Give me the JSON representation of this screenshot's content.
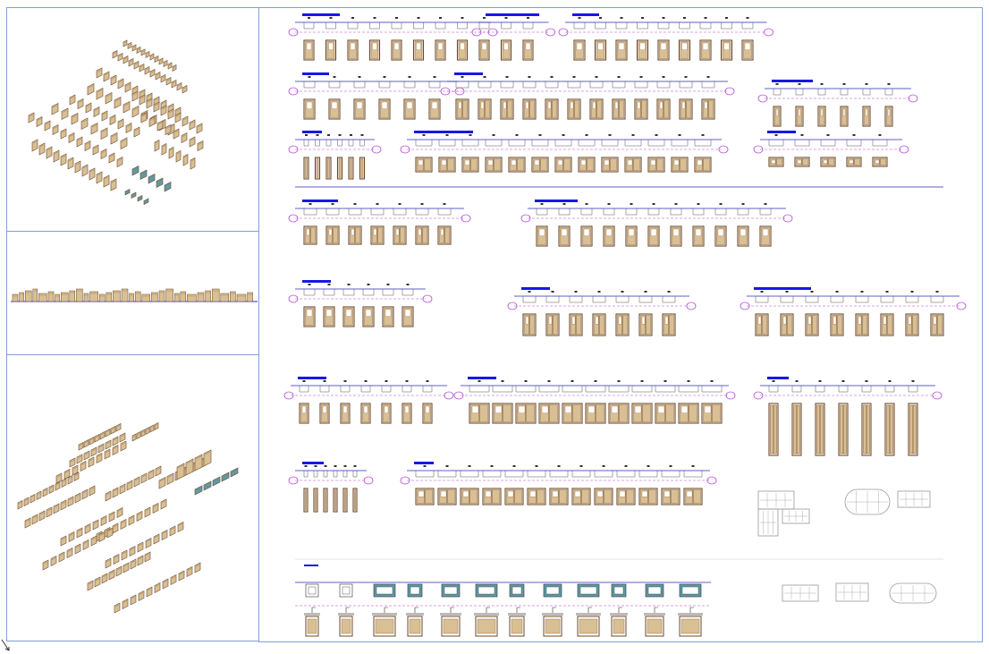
{
  "colors": {
    "viewport_border": "#7f9fd6",
    "door_wood": "#a0784c",
    "door_wood_dark": "#6b4a2a",
    "door_fill": "#d9bf94",
    "header_blue": "#1717e6",
    "baseline_blue": "#2a2ab8",
    "grid_bubble": "#b44ad6",
    "glass": "#5e9aa8",
    "plan_grey": "#9a9a9a"
  },
  "viewports": [
    {
      "id": "iso-top",
      "view": "isometric"
    },
    {
      "id": "elevation",
      "view": "front"
    },
    {
      "id": "iso-bottom",
      "view": "isometric"
    },
    {
      "id": "sheet",
      "view": "elevation-sheet"
    }
  ],
  "icons": {
    "ucs": "ucs-axis-icon"
  }
}
